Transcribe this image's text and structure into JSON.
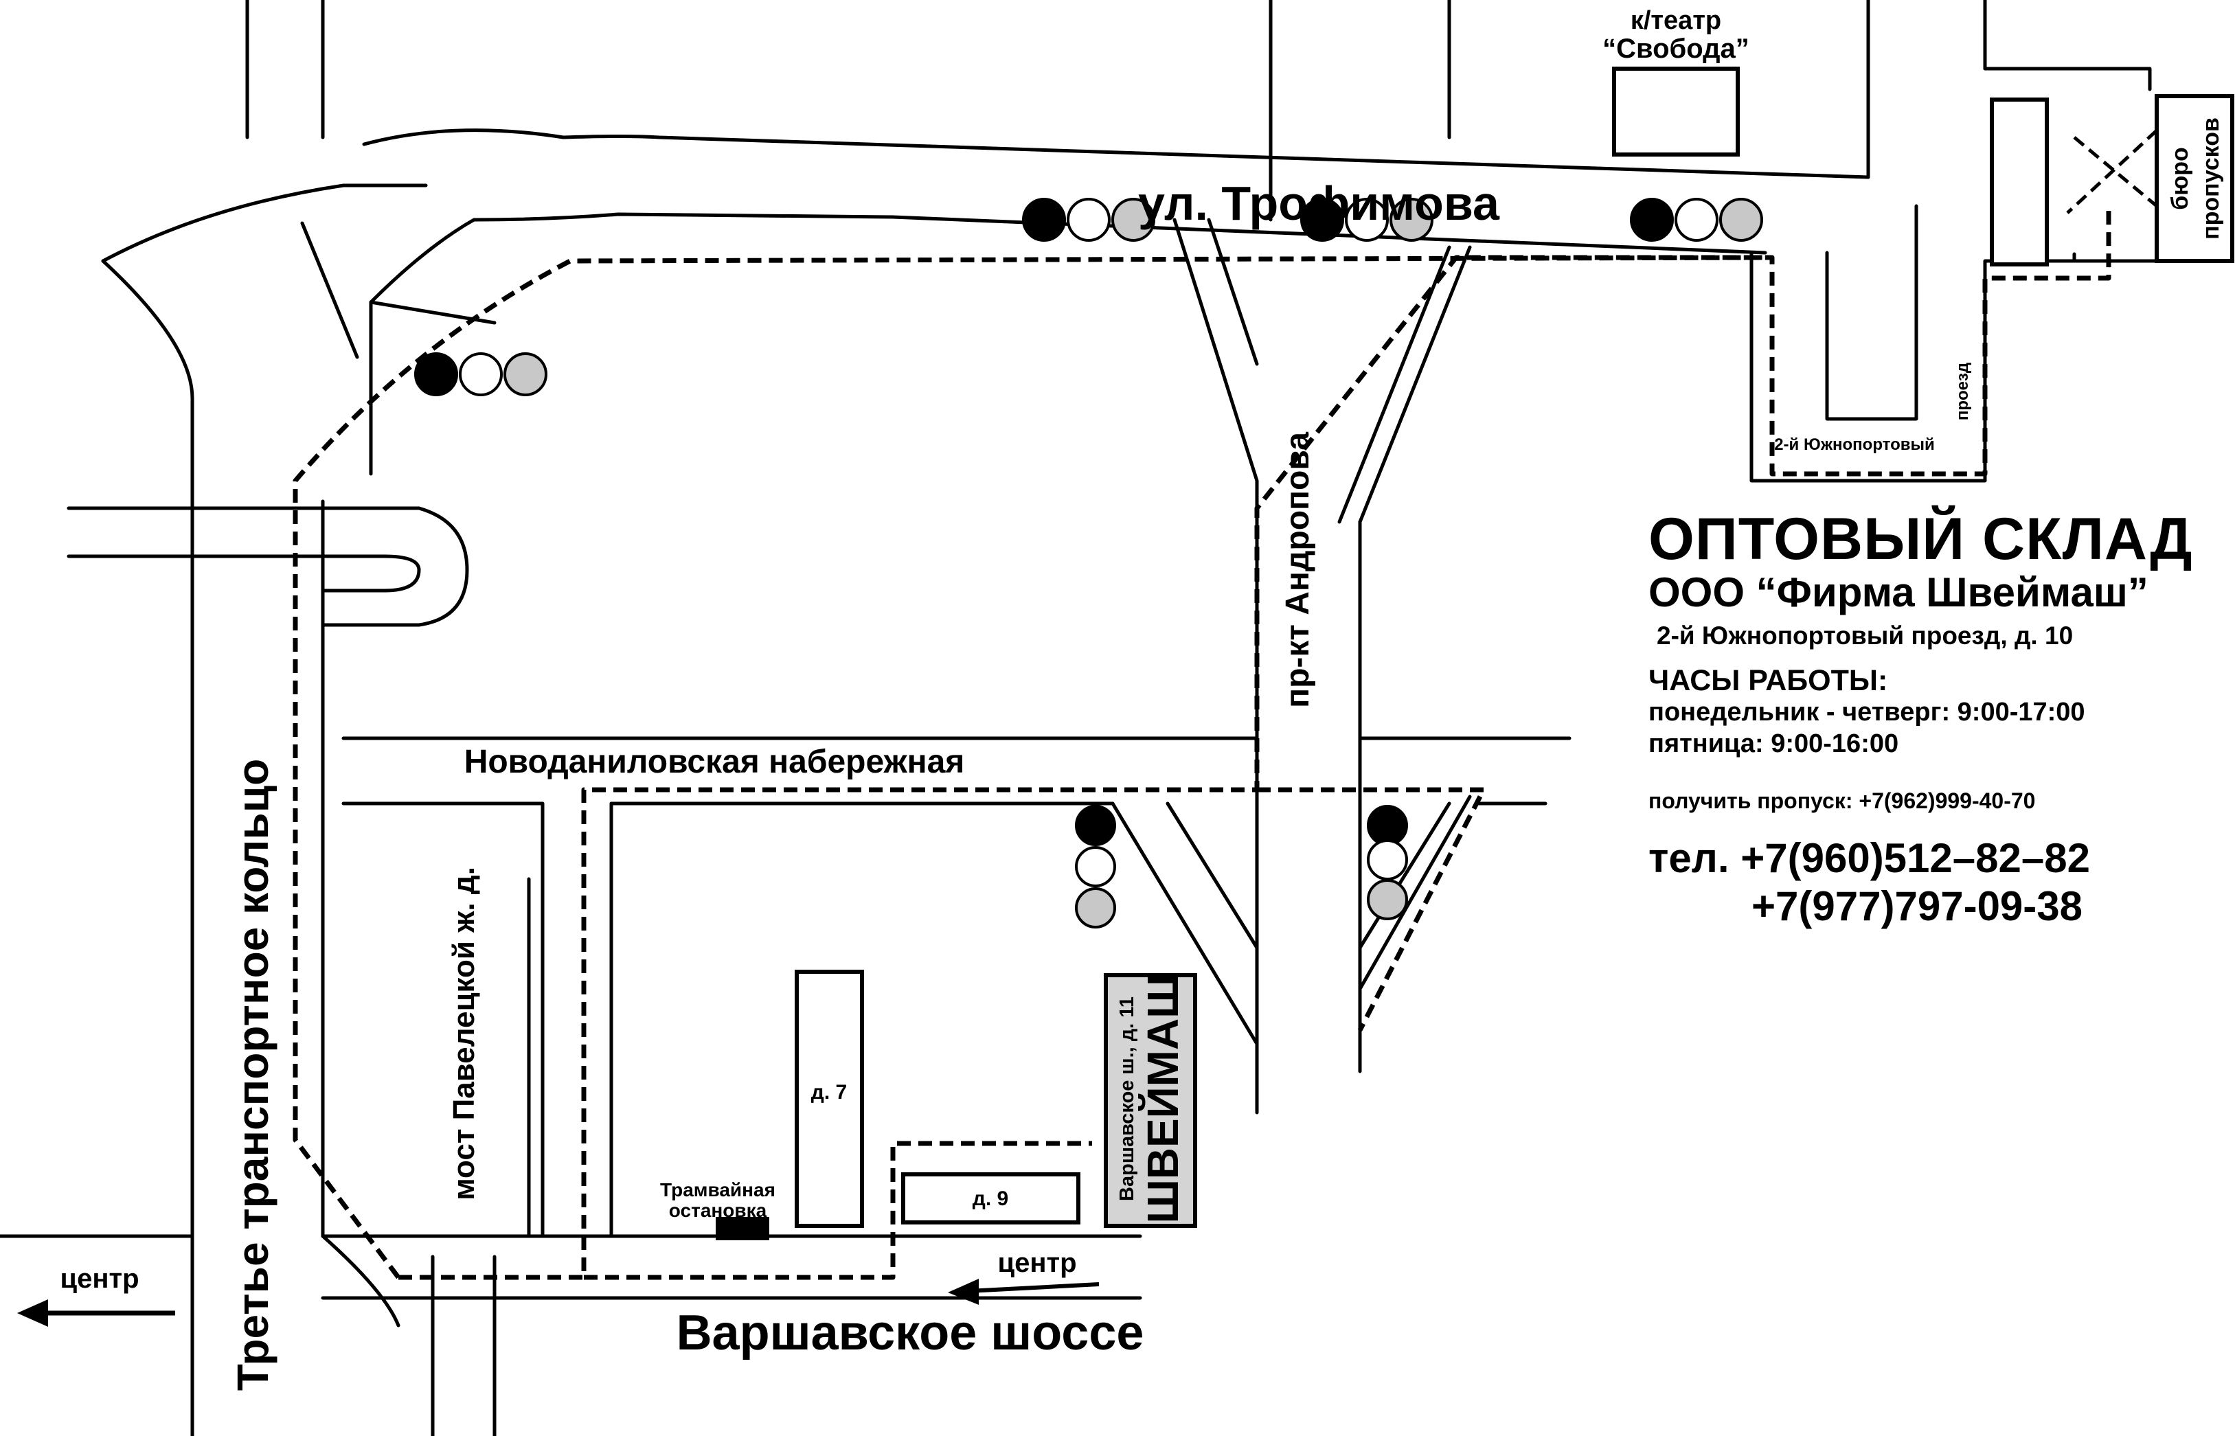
{
  "streets": {
    "trofimova": "ул. Трофимова",
    "andropova": "пр-кт Андропова",
    "novodanilovskaya": "Новоданиловская набережная",
    "ttk": "Третье транспортное кольцо",
    "bridge": "мост Павелецкой ж. д.",
    "varshavskoe": "Варшавское шоссе",
    "yuzhnoport": "2-й Южнопортовый",
    "proezd": "проезд"
  },
  "places": {
    "theatre_line1": "к/театр",
    "theatre_line2": "“Свобода”",
    "bureau_line1": "бюро",
    "bureau_line2": "пропусков",
    "house7": "д. 7",
    "house9": "д. 9",
    "tram_line1": "Трамвайная",
    "tram_line2": "остановка",
    "shveymash_addr": "Варшавское ш., д. 11",
    "shveymash_name": "ШВЕЙМАШ"
  },
  "directions": {
    "center_left": "центр",
    "center_road": "центр"
  },
  "info": {
    "title": "ОПТОВЫЙ СКЛАД",
    "company": "ООО “Фирма Швеймаш”",
    "address": "2-й Южнопортовый проезд, д. 10",
    "hours_title": "ЧАСЫ РАБОТЫ:",
    "hours_weekdays": "понедельник - четверг: 9:00-17:00",
    "hours_friday": "пятница: 9:00-16:00",
    "pass": "получить пропуск: +7(962)999-40-70",
    "tel1": "тел. +7(960)512–82–82",
    "tel2": "+7(977)797-09-38"
  },
  "colors": {
    "light_on": "#000000",
    "light_mid": "#ffffff",
    "light_off": "#c8c8c8",
    "shveymash_fill": "#d4d4d4"
  }
}
